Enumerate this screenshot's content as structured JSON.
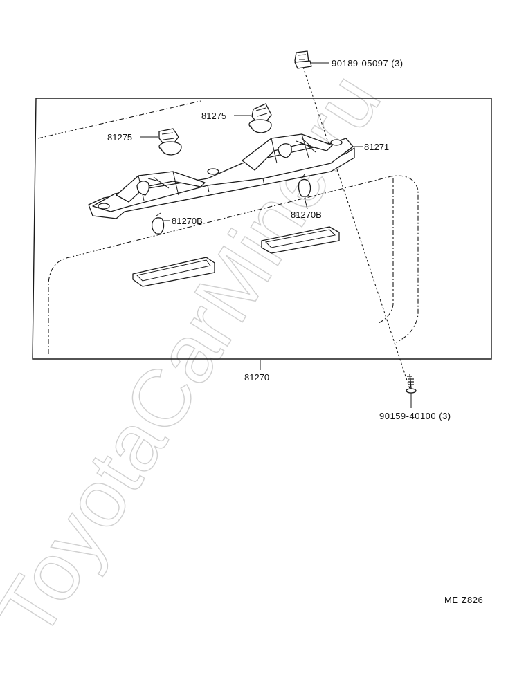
{
  "watermark": "ToyotaCarMine.ru",
  "diagram_code": "ME  Z826",
  "callouts": {
    "clip_top": "90189-05097 (3)",
    "screw_bottom": "90159-40100 (3)",
    "lamp_assy": "81270",
    "bracket": "81271",
    "socket_left": "81275",
    "socket_center": "81275",
    "bulb_left": "81270B",
    "bulb_right": "81270B"
  }
}
